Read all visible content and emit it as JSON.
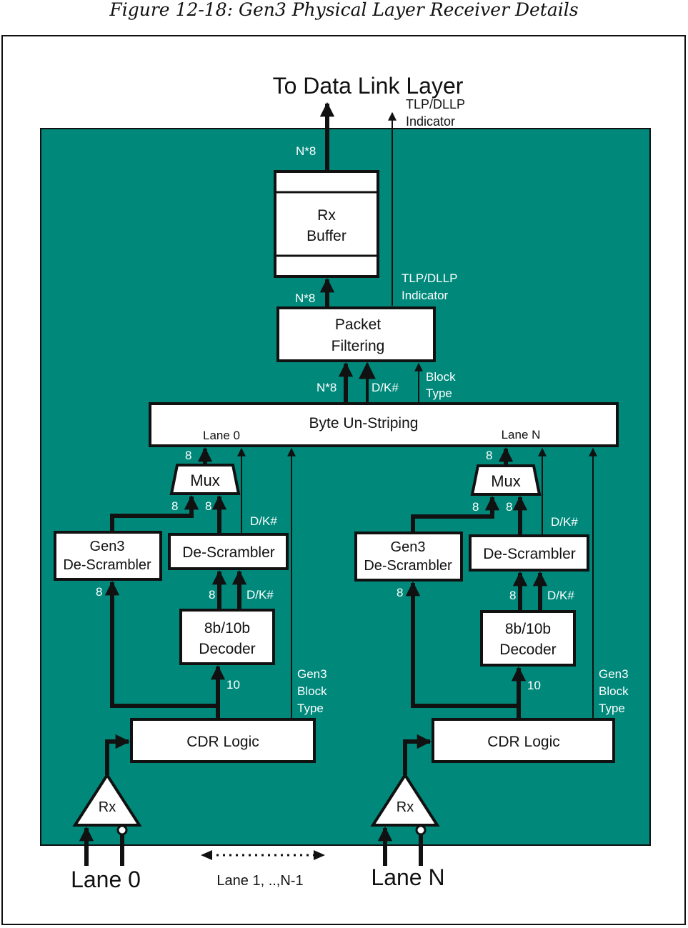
{
  "caption": "Figure 12-18: Gen3 Physical Layer Receiver Details",
  "top": {
    "title": "To Data Link Layer",
    "indicator_line1": "TLP/DLLP",
    "indicator_line2": "Indicator",
    "bus_width": "N*8"
  },
  "rx_buffer": {
    "line1": "Rx",
    "line2": "Buffer"
  },
  "packet_filtering": {
    "line1": "Packet",
    "line2": "Filtering",
    "out_width": "N*8",
    "indicator_line1": "TLP/DLLP",
    "indicator_line2": "Indicator"
  },
  "unstriping": {
    "label": "Byte Un-Striping",
    "lane0_label": "Lane 0",
    "laneN_label": "Lane N",
    "out_data": "N*8",
    "out_dk": "D/K#",
    "block_type_line1": "Block",
    "block_type_line2": "Type"
  },
  "lanes": [
    {
      "mux": "Mux",
      "mux_out": "8",
      "mux_in_a": "8",
      "mux_in_b": "8",
      "mux_dk": "D/K#",
      "gen3_line1": "Gen3",
      "gen3_line2": "De-Scrambler",
      "gen3_in": "8",
      "descrambler": "De-Scrambler",
      "desc_in": "8",
      "desc_dk": "D/K#",
      "decoder_line1": "8b/10b",
      "decoder_line2": "Decoder",
      "decoder_in": "10",
      "block_type_line1": "Gen3",
      "block_type_line2": "Block",
      "block_type_line3": "Type",
      "cdr": "CDR Logic",
      "rx": "Rx",
      "lane_label": "Lane 0"
    },
    {
      "mux": "Mux",
      "mux_out": "8",
      "mux_in_a": "8",
      "mux_in_b": "8",
      "mux_dk": "D/K#",
      "gen3_line1": "Gen3",
      "gen3_line2": "De-Scrambler",
      "gen3_in": "8",
      "descrambler": "De-Scrambler",
      "desc_in": "8",
      "desc_dk": "D/K#",
      "decoder_line1": "8b/10b",
      "decoder_line2": "Decoder",
      "decoder_in": "10",
      "block_type_line1": "Gen3",
      "block_type_line2": "Block",
      "block_type_line3": "Type",
      "cdr": "CDR Logic",
      "rx": "Rx",
      "lane_label": "Lane N"
    }
  ],
  "middle_lanes": "Lane 1, ..,N-1",
  "colors": {
    "panel": "#00897b",
    "box": "#ffffff",
    "line": "#111111",
    "label_on_panel": "#ffffff"
  }
}
